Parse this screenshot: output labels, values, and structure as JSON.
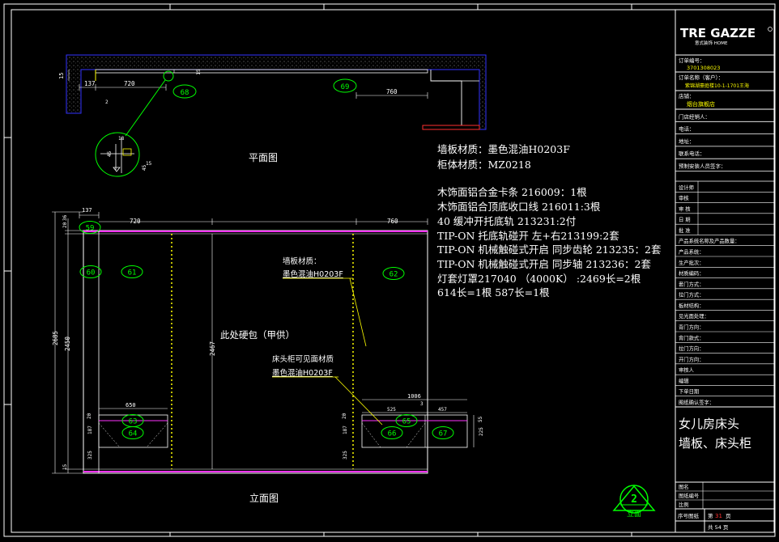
{
  "title_block": {
    "logo": "TRE GAZZE",
    "logo_sub": "意式装饰 HOME",
    "order_label": "订单编号：",
    "order_no": "3701308023",
    "customer_label": "订单名称（客户）：",
    "customer": "紫锦湖豪庭楼10-1-1701王海",
    "store_label": "店铺：",
    "store": "烟台旗舰店",
    "rows_upper": [
      "门店经销人：",
      "电话：",
      "地址：",
      "联系电话：",
      "预制安装人员签字："
    ],
    "rows_middle": [
      "设计师",
      "审核",
      "审 核",
      "日 期",
      "批 准",
      "产品系统名称及产品数量：",
      "产品系统：",
      "生产批次：",
      "材质编码：",
      "套门方式：",
      "拉门方式：",
      "板材结构：",
      "见光面处理：",
      "背门方向：",
      "背门款式：",
      "拉门方向：",
      "开门方向：",
      "审核人",
      "编辑",
      "下单日期",
      "图纸确认签字："
    ],
    "drawing_title_1": "女儿房床头",
    "drawing_title_2": "墙板、床头柜",
    "rows_lower": [
      "图名",
      "图纸编号",
      "比例"
    ],
    "sheet_label": "第",
    "sheet_no": "31",
    "sheet_unit": "页",
    "total_label": "共 54 页",
    "sheet_prefix": "序号图纸"
  },
  "plan": {
    "title": "平面图",
    "dims": [
      "15",
      "137",
      "720",
      "15",
      "760"
    ],
    "markers": [
      "68",
      "69"
    ],
    "detail_dims": [
      "18",
      "45",
      "15",
      "45"
    ],
    "detail_small": "2"
  },
  "elevation": {
    "title": "立面图",
    "center_note": "此处硬包（甲供）",
    "top_dims": [
      "137",
      "720",
      "760"
    ],
    "left_dims": [
      "20",
      "36",
      "2685",
      "2450",
      "15"
    ],
    "mid_dim": "2467",
    "cab_left_dims": [
      "650",
      "20",
      "187",
      "325"
    ],
    "cab_right_dims": [
      "1006",
      "3",
      "525",
      "457",
      "20",
      "187",
      "325",
      "55",
      "225"
    ],
    "markers": [
      "59",
      "60",
      "61",
      "62",
      "63",
      "64",
      "65",
      "66",
      "67"
    ],
    "callout1_a": "墙板材质：",
    "callout1_b": "墨色混油H0203F",
    "callout2_a": "床头柜可见面材质",
    "callout2_b": "墨色混油H0203F",
    "view_marker_no": "2",
    "view_marker_label": "立面"
  },
  "specs": {
    "line1": "墙板材质：墨色混油H0203F",
    "line2": "柜体材质：MZ0218",
    "line3": "木饰面铝合金卡条  216009：1根",
    "line4": "木饰面铝合顶底收口线 216011:3根",
    "line5": "40 缓冲开托底轨 213231:2付",
    "line6": "TIP-ON 托底轨碰开 左+右213199:2套",
    "line7": "TIP-ON 机械触碰式开启  同步齿轮 213235：2套",
    "line8": "TIP-ON 机械触碰式开启  同步轴 213236：2套",
    "line9": "灯套灯罩217040 （4000K） :2469长=2根",
    "line10": "614长=1根 587长=1根"
  },
  "colors": {
    "line": "#00ff00",
    "yellow": "#ffff00",
    "magenta": "#ff33ff",
    "blue": "#3333ff",
    "cyan": "#00ffff",
    "red": "#ff3030"
  }
}
